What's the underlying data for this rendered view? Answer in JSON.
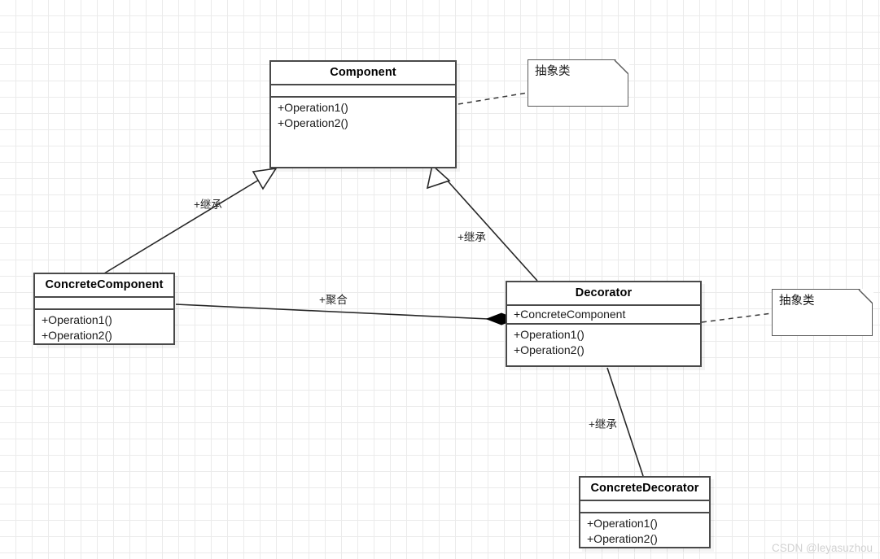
{
  "diagram": {
    "title": "Decorator Pattern UML Class Diagram",
    "stroke_color": "#494949",
    "note_stroke_color": "#5a5a5a",
    "grid_color": "#ebebeb",
    "background": "#ffffff"
  },
  "classes": [
    {
      "id": "component",
      "name": "Component",
      "attributes": [],
      "operations": [
        "+Operation1()",
        "+Operation2()"
      ]
    },
    {
      "id": "concrete-component",
      "name": "ConcreteComponent",
      "attributes": [],
      "operations": [
        "+Operation1()",
        "+Operation2()"
      ]
    },
    {
      "id": "decorator",
      "name": "Decorator",
      "attributes": [
        "+ConcreteComponent"
      ],
      "operations": [
        "+Operation1()",
        "+Operation2()"
      ]
    },
    {
      "id": "concrete-decorator",
      "name": "ConcreteDecorator",
      "attributes": [],
      "operations": [
        "+Operation1()",
        "+Operation2()"
      ]
    }
  ],
  "notes": [
    {
      "id": "note-component",
      "text": "抽象类"
    },
    {
      "id": "note-decorator",
      "text": "抽象类"
    }
  ],
  "relationships": [
    {
      "id": "rel-concretecomponent-component",
      "type": "generalization",
      "label": "+继承",
      "from": "ConcreteComponent",
      "to": "Component"
    },
    {
      "id": "rel-decorator-component",
      "type": "generalization",
      "label": "+继承",
      "from": "Decorator",
      "to": "Component"
    },
    {
      "id": "rel-decorator-concretecomponent",
      "type": "aggregation",
      "label": "+聚合",
      "from": "ConcreteComponent",
      "to": "Decorator"
    },
    {
      "id": "rel-concretedecorator-decorator",
      "type": "generalization",
      "label": "+继承",
      "from": "ConcreteDecorator",
      "to": "Decorator"
    }
  ],
  "watermark": {
    "text": "CSDN @leyasuzhou"
  }
}
